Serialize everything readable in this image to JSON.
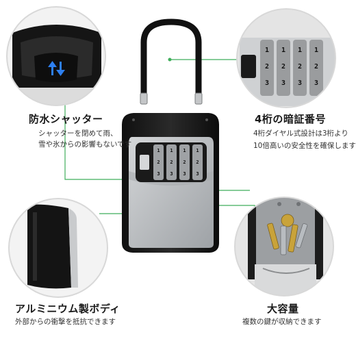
{
  "features": {
    "shutter": {
      "title": "防水シャッター",
      "lines": [
        "シャッターを閉めて雨、",
        "雪や氷からの影響もないです"
      ]
    },
    "code": {
      "title": "4桁の暗証番号",
      "lines": [
        "4桁ダイヤル式設計は3桁より",
        "10倍高いの安全性を確保します"
      ]
    },
    "body": {
      "title": "アルミニウム製ボディ",
      "lines": [
        "外部からの衝撃を抵抗できます"
      ]
    },
    "capacity": {
      "title": "大容量",
      "lines": [
        "複数の鍵が収納できます"
      ]
    }
  },
  "dial_digits": [
    "1",
    "2",
    "3"
  ],
  "colors": {
    "accent_green": "#3fae5a",
    "lock_black": "#1c1c1c",
    "lock_silver": "#b9bcbf",
    "circle_gray": "#e8e8e8"
  }
}
